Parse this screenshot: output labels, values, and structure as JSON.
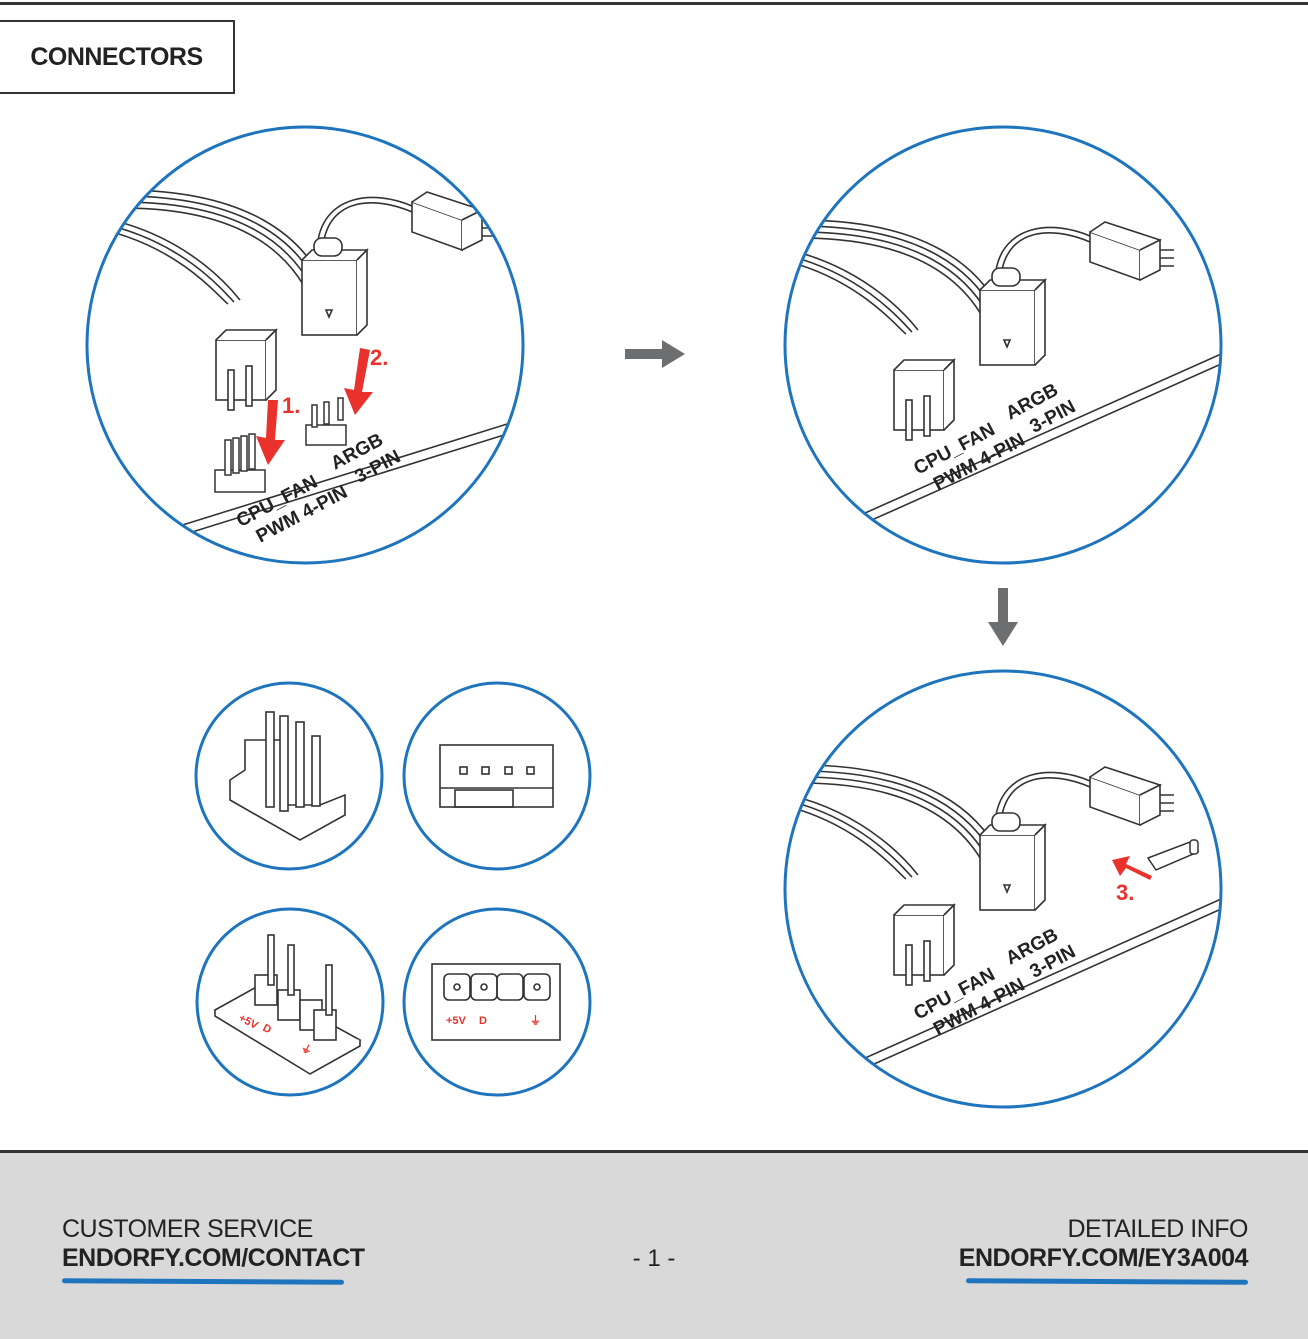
{
  "header": {
    "title": "CONNECTORS"
  },
  "steps": {
    "one": "1.",
    "two": "2.",
    "three": "3."
  },
  "board_labels": {
    "cpu_fan": "CPU_FAN",
    "pwm": "PWM 4-PIN",
    "argb": "ARGB",
    "three_pin": "3-PIN"
  },
  "panels": {
    "cpu_fan": {
      "title_line1": "CPU_FAN",
      "title_line2": "PWM 4-PIN"
    },
    "argb": {
      "title": "ARGB 3-PIN",
      "pin_5v": "+5V",
      "pin_d": "D",
      "pin_gnd": "⏚"
    }
  },
  "colors": {
    "accent_blue": "#1f75bd",
    "step_red": "#e8322b",
    "arrow_gray": "#6d6e70",
    "footer_bg": "#d9d9da"
  },
  "footer": {
    "left_label": "CUSTOMER SERVICE",
    "left_link": "ENDORFY.COM/CONTACT",
    "page": "- 1 -",
    "right_label": "DETAILED INFO",
    "right_link": "ENDORFY.COM/EY3A004"
  }
}
